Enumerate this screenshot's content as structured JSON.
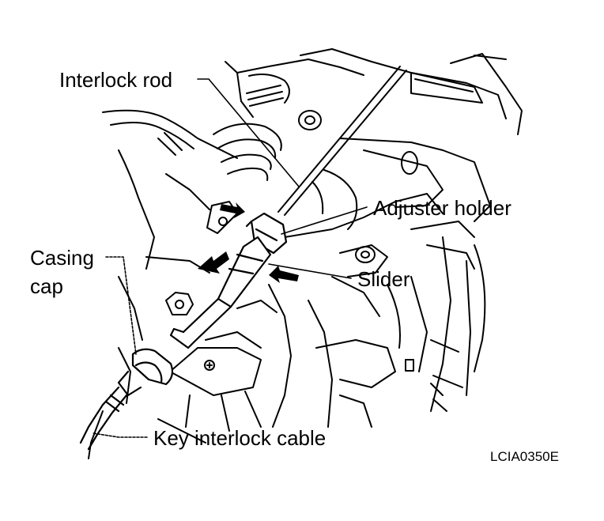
{
  "labels": {
    "interlock_rod": "Interlock rod",
    "adjuster_holder": "Adjuster holder",
    "casing_cap_line1": "Casing",
    "casing_cap_line2": "cap",
    "slider": "Slider",
    "key_interlock_cable": "Key interlock cable"
  },
  "figure_code": "LCIA0350E",
  "colors": {
    "ink": "#000000",
    "paper": "#ffffff"
  }
}
